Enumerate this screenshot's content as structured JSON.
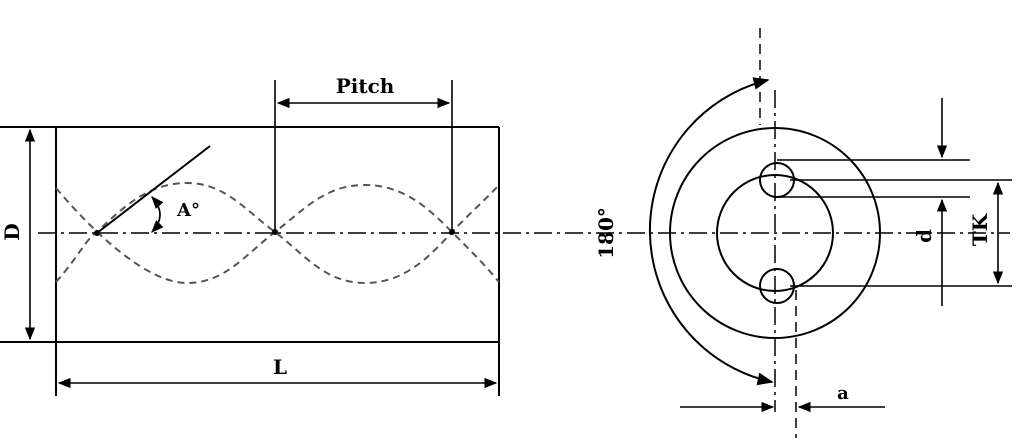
{
  "labels": {
    "pitch": "Pitch",
    "diameter": "D",
    "length": "L",
    "angle": "A°",
    "rotation": "180°",
    "hole_diameter": "d",
    "bolt_circle": "TK",
    "offset": "a"
  }
}
